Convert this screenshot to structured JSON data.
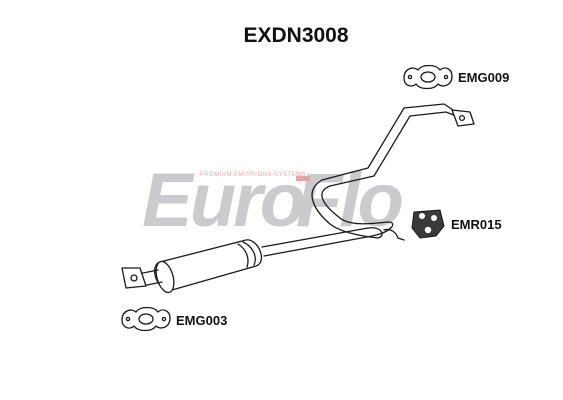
{
  "diagram": {
    "title": "EXDN3008",
    "watermark": {
      "brand_part1": "Euro",
      "brand_part2": "Flo",
      "tagline": "PREMIUM EMISSIONS SYSTEMS",
      "brand_color": "#c9cbcf",
      "accent_color": "#e8a3a3"
    },
    "parts": [
      {
        "code": "EMG009",
        "type": "gasket"
      },
      {
        "code": "EMR015",
        "type": "rubber-mount"
      },
      {
        "code": "EMG003",
        "type": "gasket"
      }
    ]
  }
}
